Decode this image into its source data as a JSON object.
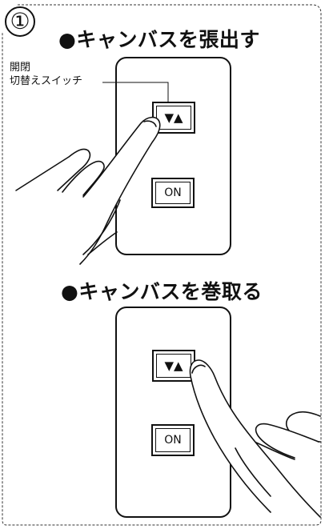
{
  "step": {
    "number": "①"
  },
  "section_open": {
    "heading": "●キャンバスを張出す",
    "callout_line1": "開閉",
    "callout_line2": "切替えスイッチ",
    "toggle_label": "▼▲",
    "on_label": "ON"
  },
  "section_close": {
    "heading": "●キャンバスを巻取る",
    "toggle_label": "▼▲",
    "on_label": "ON"
  }
}
